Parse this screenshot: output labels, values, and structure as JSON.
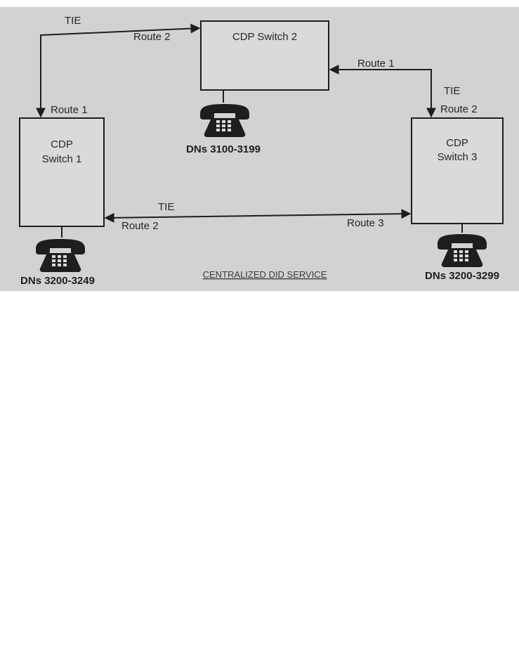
{
  "colors": {
    "photo_background": "#d2d2d2",
    "line": "#1e1e1e",
    "box_fill": "#dadada",
    "text": "#262626",
    "caption": "#3a3a3a",
    "page": "#ffffff"
  },
  "switches": {
    "switch1": {
      "label_line1": "CDP",
      "label_line2": "Switch 1"
    },
    "switch2": {
      "label_line1": "CDP Switch 2"
    },
    "switch3": {
      "label_line1": "CDP",
      "label_line2": "Switch 3"
    }
  },
  "links": {
    "link_1_2": {
      "type": "TIE",
      "route_at_switch1": "Route 1",
      "route_at_switch2": "Route 2"
    },
    "link_2_3": {
      "type": "TIE",
      "route_at_switch2": "Route 1",
      "route_at_switch3": "Route 2"
    },
    "link_1_3": {
      "type": "TIE",
      "route_at_switch1": "Route 2",
      "route_at_switch3": "Route 3"
    }
  },
  "phones": {
    "phone1": {
      "icon": "telephone-icon",
      "dn_range": "DNs 3200-3249"
    },
    "phone2": {
      "icon": "telephone-icon",
      "dn_range": "DNs 3100-3199"
    },
    "phone3": {
      "icon": "telephone-icon",
      "dn_range": "DNs 3200-3299"
    }
  },
  "caption": "CENTRALIZED DID SERVICE"
}
